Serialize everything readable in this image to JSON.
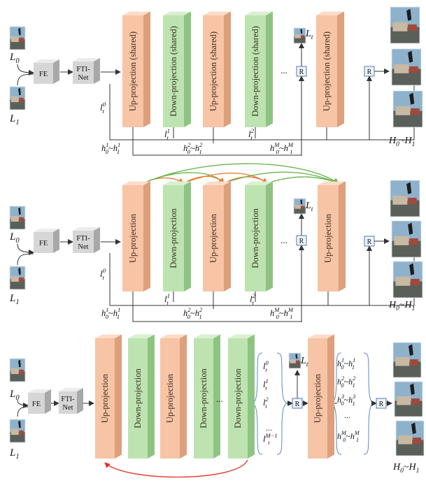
{
  "labels": {
    "l0": "L",
    "l0_sub": "0",
    "l1": "L",
    "l1_sub": "1",
    "fe": "FE",
    "fti_line1": "FTI-",
    "fti_line2": "Net",
    "lt": "L",
    "lt_sub": "t",
    "r": "R",
    "dots": "...",
    "out": "H",
    "out_sub0": "0",
    "out_tilde": "~",
    "out_sub1": "1"
  },
  "panels": [
    {
      "name": "shared",
      "blocks": [
        {
          "label": "Up-projection (shared)",
          "kind": "up"
        },
        {
          "label": "Down-projection (shared)",
          "kind": "down"
        },
        {
          "label": "Up-projection (shared)",
          "kind": "up"
        },
        {
          "label": "Down-projection (shared)",
          "kind": "down"
        },
        {
          "label": "Up-projection (shared)",
          "kind": "up"
        }
      ],
      "lt0": {
        "base": "l",
        "sub": "t",
        "sup": "0"
      },
      "lt_labels": [
        {
          "base": "l",
          "sub": "t",
          "sup": "1"
        },
        {
          "base": "l",
          "sub": "t",
          "sup": "2"
        }
      ],
      "h_labels": [
        {
          "sup": "1"
        },
        {
          "sup": "2"
        },
        {
          "sup": "M"
        }
      ]
    },
    {
      "name": "dense",
      "blocks": [
        {
          "label": "Up-projection",
          "kind": "up"
        },
        {
          "label": "Down-projection",
          "kind": "down"
        },
        {
          "label": "Up-projection",
          "kind": "up"
        },
        {
          "label": "Down-projection",
          "kind": "down"
        },
        {
          "label": "Up-projection",
          "kind": "up"
        }
      ],
      "lt0": {
        "base": "l",
        "sub": "t",
        "sup": "0"
      },
      "lt_labels": [
        {
          "base": "l",
          "sub": "t",
          "sup": "1"
        },
        {
          "base": "l",
          "sub": "t",
          "sup": "2"
        }
      ],
      "h_labels": [
        {
          "sup": "1"
        },
        {
          "sup": "2"
        },
        {
          "sup": "M"
        }
      ]
    },
    {
      "name": "recurrent",
      "blocks": [
        {
          "label": "Up-projection",
          "kind": "up"
        },
        {
          "label": "Down-projection",
          "kind": "down"
        },
        {
          "label": "Up-projection",
          "kind": "up"
        },
        {
          "label": "Down-projection",
          "kind": "down"
        },
        {
          "label": "Down-projection",
          "kind": "down"
        },
        {
          "label": "Up-projection",
          "kind": "up"
        }
      ],
      "l_list": [
        {
          "sup": "0"
        },
        {
          "sup": "1"
        },
        {
          "sup": "2"
        },
        {
          "sup": "..."
        },
        {
          "sup": "M−1"
        }
      ],
      "h_list": [
        {
          "sup": "1"
        },
        {
          "sup": "2"
        },
        {
          "sup": "3"
        },
        {
          "sup": "..."
        },
        {
          "sup": "M"
        }
      ]
    }
  ],
  "colors": {
    "up_front": "#f7c4a5",
    "up_side": "#dd9f7c",
    "up_top": "#fbdcc8",
    "down_front": "#bde4b0",
    "down_side": "#8fc383",
    "down_top": "#d9f0d0",
    "box_front": "#d6d6d6",
    "box_side": "#a8a8a8",
    "box_top": "#ececec",
    "r_stroke": "#4f7ab8",
    "r_fill": "#eef4fb",
    "line": "#333333",
    "orange_arrow": "#e87a2e",
    "green_arrow": "#66b34a",
    "red_arrow": "#e0322a"
  }
}
